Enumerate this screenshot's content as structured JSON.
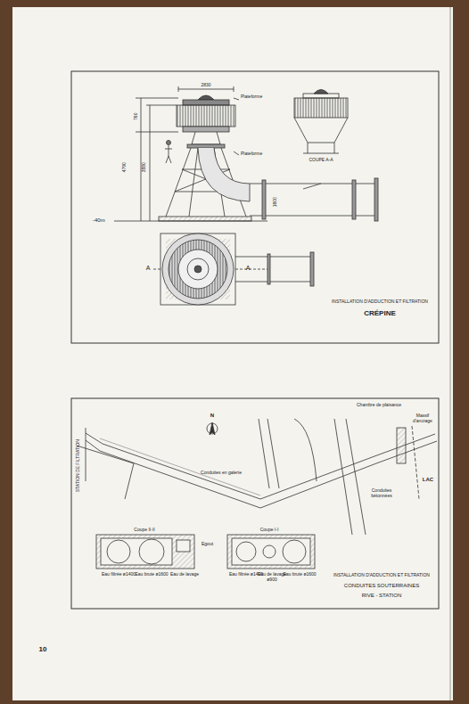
{
  "diagram": {
    "title": "INSTALLATION D'ADDUCTION ET FILTRATION",
    "labels": [
      "2830",
      "Plateforme",
      "760",
      "4790",
      "3880",
      "Plateforme",
      "-40m",
      "1600",
      "COUPE A-A",
      "A",
      "A",
      "CRÉPINE",
      "N",
      "STATION DE FILTRATION",
      "Conduites en galerie",
      "Chambre de plaisance",
      "Massif d'ancrage",
      "LAC",
      "Conduites bétonnées",
      "Coupe II-II",
      "Egout",
      "Eau filtrée ø1400",
      "Eau brute ø1600",
      "Eau de lavage",
      "Coupe I-I",
      "Eau filtrée ø1400",
      "Eau de lavage ø900",
      "Eau brute ø1600",
      "INSTALLATION D'ADDUCTION ET FILTRATION",
      "CONDUITES SOUTERRAINES",
      "RIVE - STATION",
      "10"
    ]
  }
}
